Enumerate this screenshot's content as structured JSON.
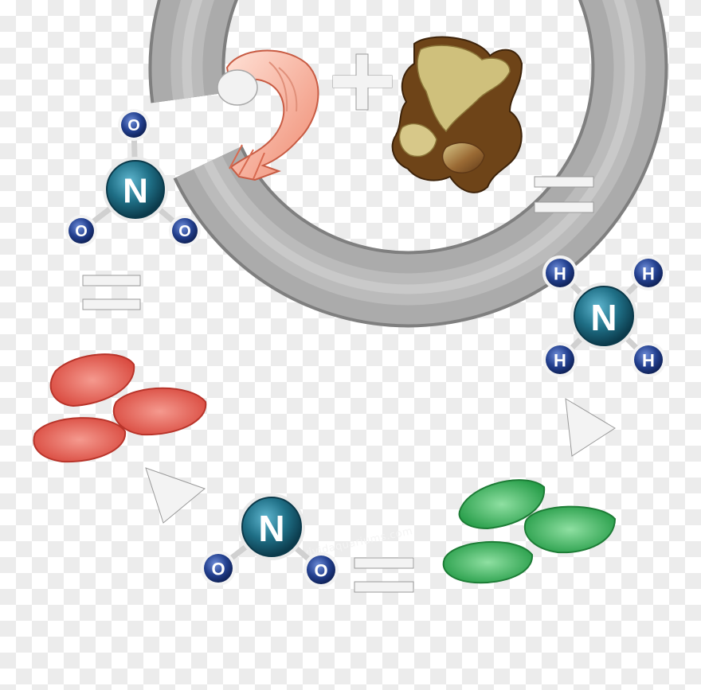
{
  "diagram": {
    "molecules": {
      "nitrate": {
        "center": "N",
        "substituents": [
          "O",
          "O",
          "O"
        ]
      },
      "ammonia": {
        "center": "N",
        "substituents": [
          "H",
          "H",
          "H",
          "H"
        ]
      },
      "nitrite": {
        "center": "N",
        "substituents": [
          "O",
          "O"
        ]
      }
    },
    "symbols": {
      "plus": "+",
      "equals": "="
    },
    "watermark": "vividaquariums.com",
    "colors": {
      "ring": "#a9a9a9",
      "ring_dark": "#8c8c8c",
      "molecule_center": "#1f6f86",
      "molecule_ring": "#0f3f55",
      "atom_small": "#23408f",
      "bacteria_red": "#e5584c",
      "bacteria_green": "#36b85a",
      "shrimp": "#f4a28c",
      "debris": "#8a5a2b"
    },
    "icons": [
      "shrimp-icon",
      "debris-icon",
      "red-bacteria-icon",
      "green-bacteria-icon",
      "arrow-icon"
    ]
  }
}
